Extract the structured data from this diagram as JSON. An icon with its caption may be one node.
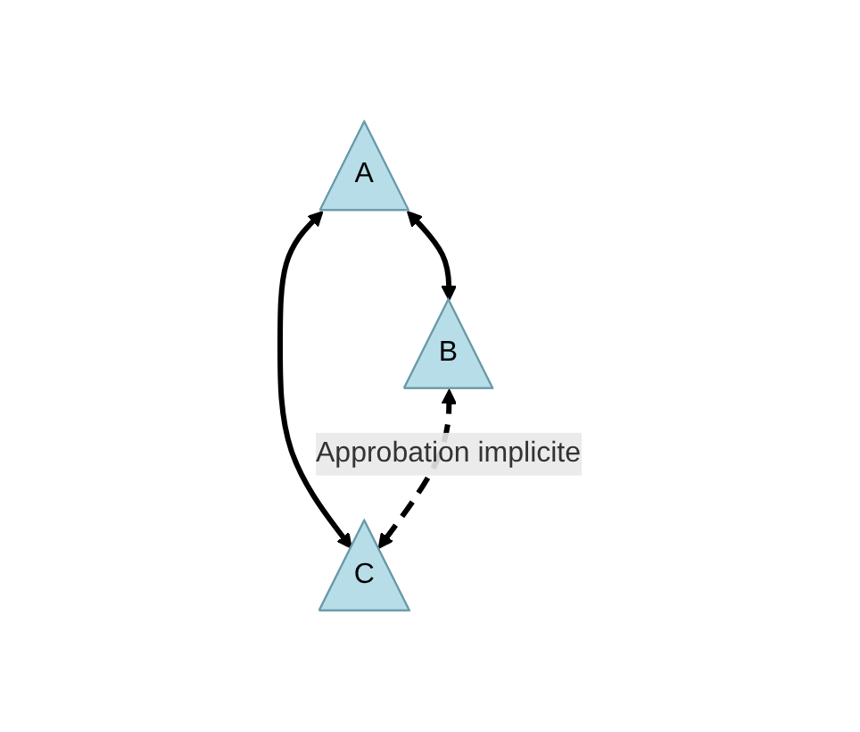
{
  "diagram": {
    "nodes": [
      {
        "text": [
          "A"
        ]
      },
      {
        "text": [
          "B"
        ]
      },
      {
        "text": [
          "C"
        ]
      }
    ],
    "edges": [
      {
        "from": 0,
        "to": 1,
        "arrow": "both"
      },
      {
        "from": 0,
        "to": 2,
        "arrow": "both"
      },
      {
        "from": 1,
        "to": 2,
        "arrow": "both",
        "style": "dashed",
        "label": "Approbation implicite"
      }
    ]
  }
}
